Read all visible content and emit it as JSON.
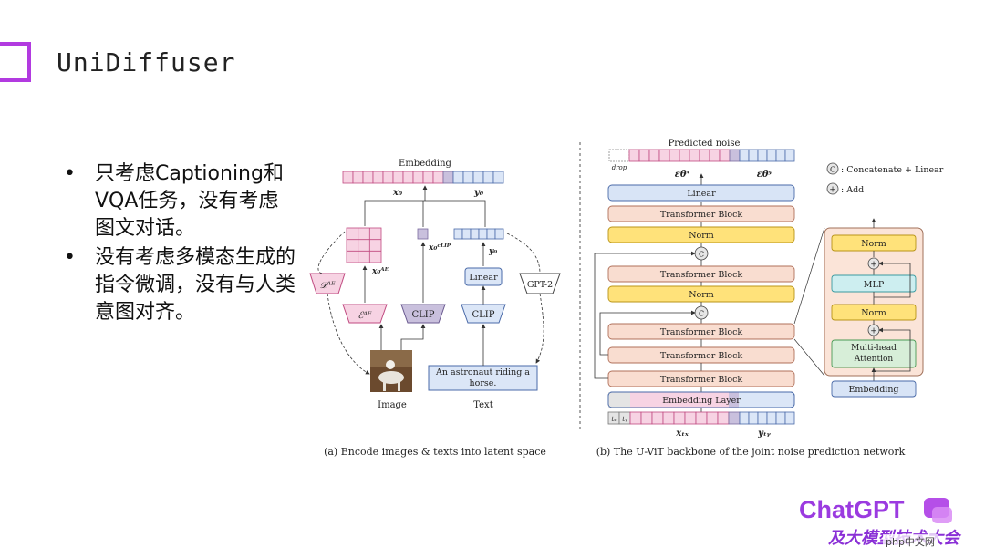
{
  "slide": {
    "title": "UniDiffuser"
  },
  "bullets": [
    "只考虑Captioning和VQA任务，没有考虑图文对话。",
    "没有考虑多模态生成的指令微调，没有与人类意图对齐。"
  ],
  "left_panel": {
    "embedding": "Embedding",
    "x0": "x₀",
    "y0": "y₀",
    "x0_ae": "x₀ᴬᴱ",
    "x0_clip": "x₀ᶜᴸᴵᴾ",
    "decoder_ae": "𝒟ᴬᴱ",
    "encoder_ae": "ℰᴬᴱ",
    "clip_image": "CLIP",
    "linear": "Linear",
    "clip_text": "CLIP",
    "gpt2": "GPT-2",
    "text_box": "An astronaut riding a horse.",
    "image_label": "Image",
    "text_label": "Text",
    "caption": "(a) Encode images & texts into latent space"
  },
  "right_panel": {
    "predicted_noise": "Predicted noise",
    "drop": "drop",
    "eps_x": "εθˣ",
    "eps_y": "εθʸ",
    "legend_concat": ": Concatenate + Linear",
    "legend_add": ": Add",
    "concat_symbol": "C",
    "add_symbol": "+",
    "linear": "Linear",
    "transformer_block": "Transformer Block",
    "norm": "Norm",
    "embedding_layer": "Embedding Layer",
    "tx": "tₓ",
    "ty": "tᵧ",
    "xtx": "xₜₓ",
    "yty": "yₜᵧ",
    "detail_norm": "Norm",
    "detail_mlp": "MLP",
    "detail_attention": "Multi-head Attention",
    "detail_embedding": "Embedding",
    "caption": "(b) The U-ViT backbone of the joint noise prediction network"
  },
  "logo": {
    "main": "ChatGPT",
    "sub": "及大模型技术大会"
  },
  "watermark": "php中文网",
  "colors": {
    "accent_purple": "#b23ae0",
    "pink_cell": "#f7d3e3",
    "blue_cell": "#dbe6f7",
    "lavender": "#c9c0dd",
    "transformer": "#f9ddd0",
    "norm_yellow": "#ffe27a",
    "linear_blue": "#d8e4f6",
    "mlp_teal": "#cdeef0",
    "attn_green": "#d7eed8"
  }
}
